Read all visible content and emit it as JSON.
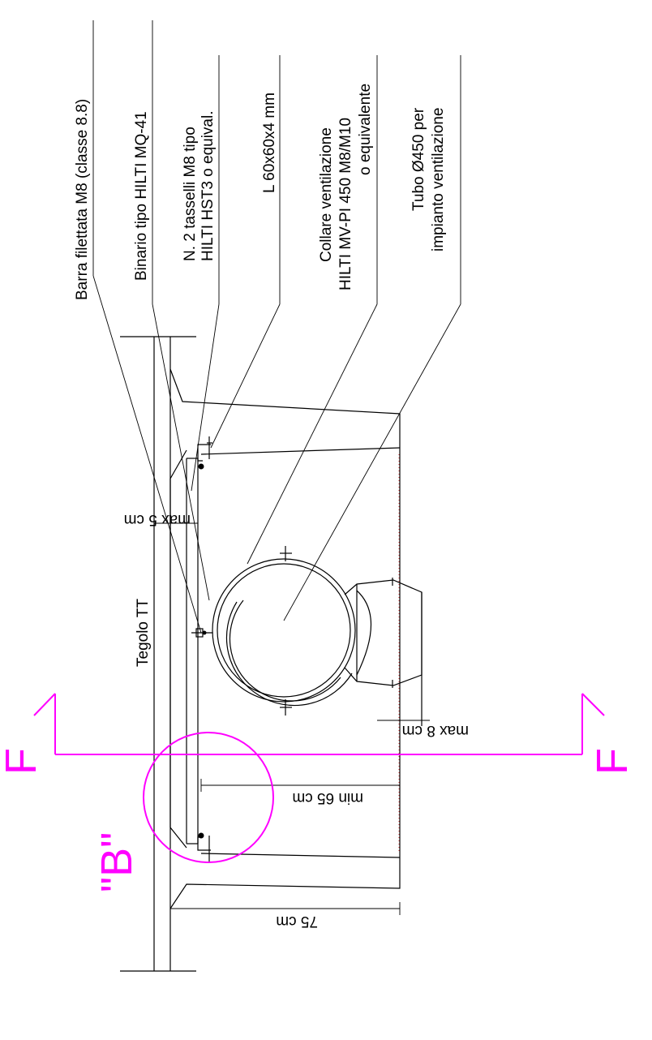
{
  "labels": {
    "barra": "Barra filettata M8 (classe 8.8)",
    "binario": "Binario tipo HILTI MQ-41",
    "tasselli_1": "N. 2 tasselli M8 tipo",
    "tasselli_2": "HILTI HST3 o equival.",
    "angolare": "L 60x60x4 mm",
    "collare_1": "Collare ventilazione",
    "collare_2": "HILTI MV-PI 450 M8/M10",
    "collare_3": "o equivalente",
    "tubo_1": "Tubo Ø450 per",
    "tubo_2": "impianto ventilazione",
    "tegolo": "Tegolo TT"
  },
  "dimensions": {
    "max5": "max 5 cm",
    "max8": "max 8 cm",
    "min65": "min 65 cm",
    "d75": "75 cm"
  },
  "section": {
    "left": "F",
    "right": "F",
    "detail": "\"B\""
  },
  "colors": {
    "line": "#000000",
    "section": "#ff00ff",
    "hidden": "#cc0000"
  }
}
